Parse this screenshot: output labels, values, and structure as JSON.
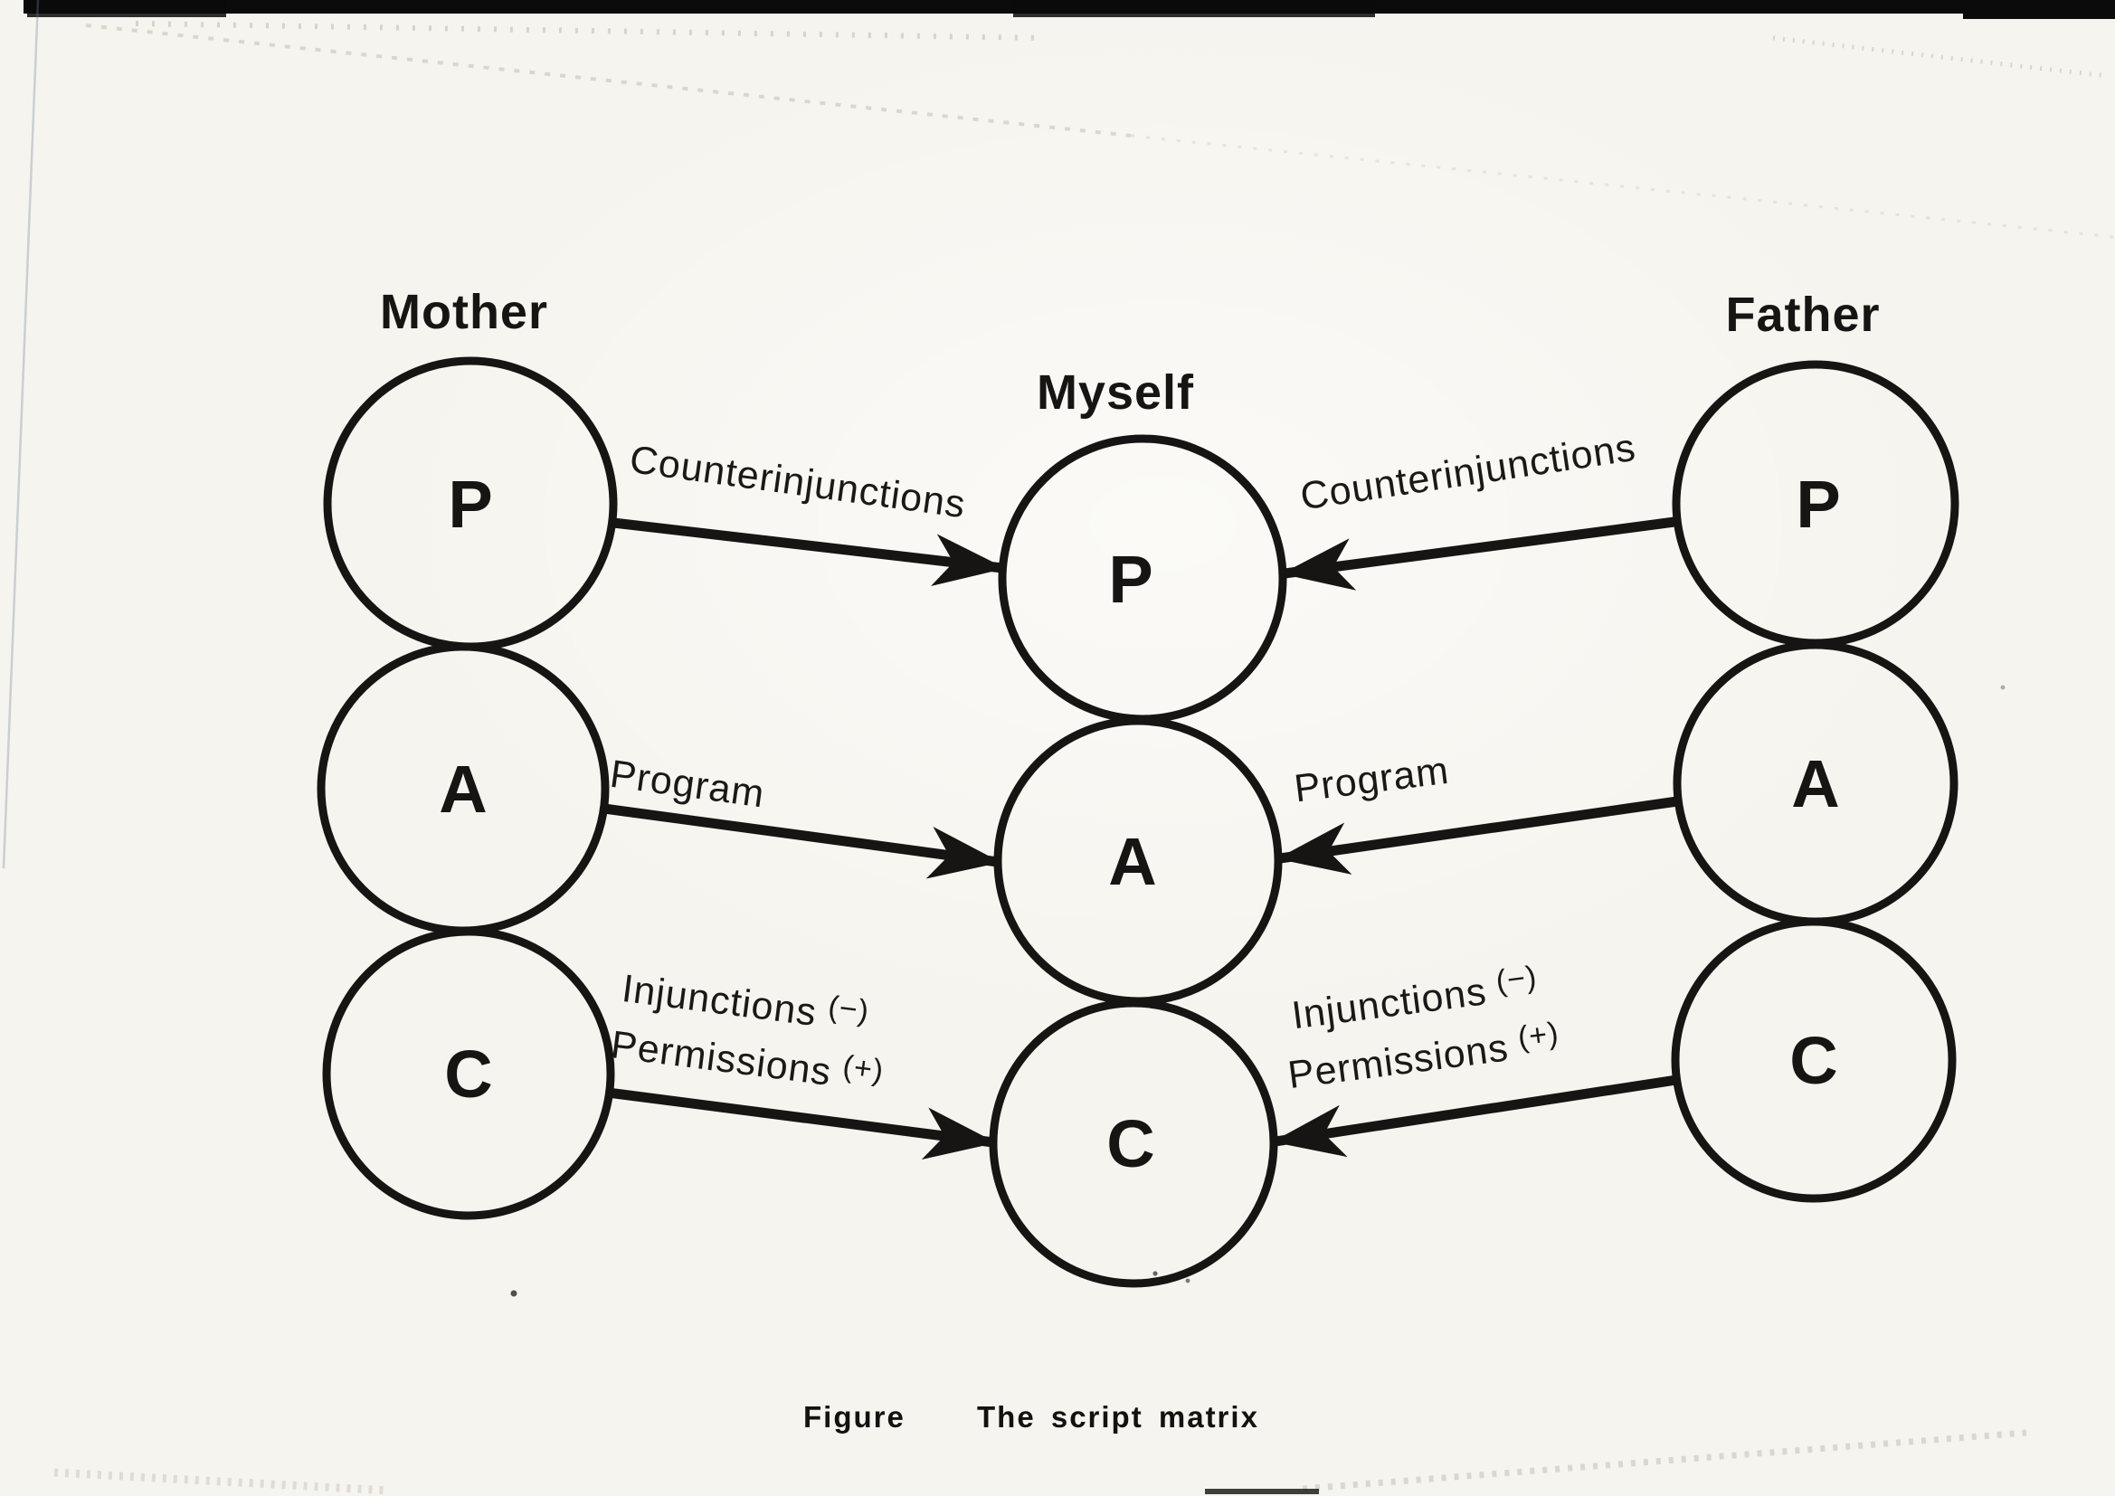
{
  "page": {
    "paper_color": "#f6f4ee",
    "ink_color": "#171513",
    "description_title": "The script matrix"
  },
  "columns": [
    {
      "label": "Mother",
      "circles": [
        {
          "letter": "P"
        },
        {
          "letter": "A"
        },
        {
          "letter": "C"
        }
      ]
    },
    {
      "label": "Myself",
      "circles": [
        {
          "letter": "P"
        },
        {
          "letter": "A"
        },
        {
          "letter": "C"
        }
      ]
    },
    {
      "label": "Father",
      "circles": [
        {
          "letter": "P"
        },
        {
          "letter": "A"
        },
        {
          "letter": "C"
        }
      ]
    }
  ],
  "arrows": [
    {
      "from": "mother-P",
      "to": "myself-P",
      "label": "Counterinjunctions"
    },
    {
      "from": "father-P",
      "to": "myself-P",
      "label": "Counterinjunctions"
    },
    {
      "from": "mother-A",
      "to": "myself-A",
      "label": "Program"
    },
    {
      "from": "father-A",
      "to": "myself-A",
      "label": "Program"
    },
    {
      "from": "mother-C",
      "to": "myself-C",
      "line1": "Injunctions",
      "sign1": "(−)",
      "line2": "Permissions",
      "sign2": "(+)"
    },
    {
      "from": "father-C",
      "to": "myself-C",
      "line1": "Injunctions",
      "sign1": "(−)",
      "line2": "Permissions",
      "sign2": "(+)"
    }
  ],
  "caption": {
    "label": "Figure",
    "title": "The script matrix"
  }
}
